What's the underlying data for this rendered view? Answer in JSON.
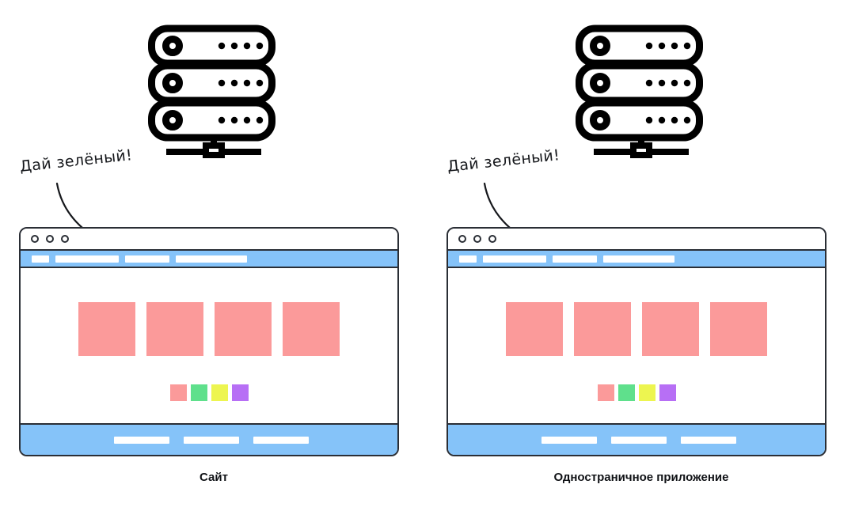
{
  "colors": {
    "outline": "#2a2e35",
    "nav_blue": "#85c3f9",
    "card_pink": "#fb9a9a",
    "chip_pink": "#fb9a9a",
    "chip_green": "#5fe08c",
    "chip_yellow": "#edf550",
    "chip_purple": "#b76ff5",
    "page_background": "#ffffff",
    "text": "#101216"
  },
  "panels": [
    {
      "id": "website",
      "caption": "Сайт",
      "annotation": "Дай зелёный!",
      "server_icon": "server-rack-icon",
      "browser": {
        "window_controls": [
          "close-dot",
          "minimize-dot",
          "maximize-dot"
        ],
        "nav_left_segments": [
          "22",
          "80",
          "56",
          "90"
        ],
        "nav_right_segments": [
          "58"
        ],
        "cards": [
          "card-1",
          "card-2",
          "card-3",
          "card-4"
        ],
        "chips": [
          "pink",
          "green",
          "yellow",
          "purple"
        ],
        "footer_segments": [
          "70",
          "70",
          "70"
        ]
      }
    },
    {
      "id": "single-page-application",
      "caption": "Одностраничное приложение",
      "annotation": "Дай зелёный!",
      "server_icon": "server-rack-icon",
      "browser": {
        "window_controls": [
          "close-dot",
          "minimize-dot",
          "maximize-dot"
        ],
        "nav_left_segments": [
          "22",
          "80",
          "56",
          "90"
        ],
        "nav_right_segments": [
          "58"
        ],
        "cards": [
          "card-1",
          "card-2",
          "card-3",
          "card-4"
        ],
        "chips": [
          "pink",
          "green",
          "yellow",
          "purple"
        ],
        "footer_segments": [
          "70",
          "70",
          "70"
        ]
      }
    }
  ]
}
